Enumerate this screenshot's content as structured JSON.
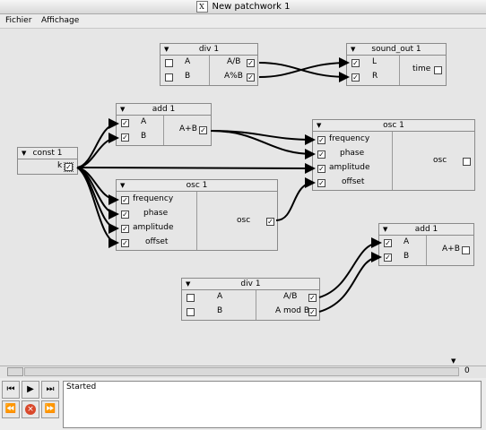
{
  "window": {
    "title": "New patchwork 1"
  },
  "menu": {
    "file": "Fichier",
    "view": "Affichage"
  },
  "nodes": {
    "div1_top": {
      "title": "div 1",
      "in_a": "A",
      "in_b": "B",
      "out1": "A/B",
      "out2": "A%B"
    },
    "sound_out": {
      "title": "sound_out 1",
      "in_l": "L",
      "in_r": "R",
      "out": "time"
    },
    "add1_top": {
      "title": "add 1",
      "in_a": "A",
      "in_b": "B",
      "out": "A+B"
    },
    "const1": {
      "title": "const 1",
      "out": "k"
    },
    "osc_right": {
      "title": "osc 1",
      "in1": "frequency",
      "in2": "phase",
      "in3": "amplitude",
      "in4": "offset",
      "out": "osc"
    },
    "osc_left": {
      "title": "osc 1",
      "in1": "frequency",
      "in2": "phase",
      "in3": "amplitude",
      "in4": "offset",
      "out": "osc"
    },
    "add1_right": {
      "title": "add 1",
      "in_a": "A",
      "in_b": "B",
      "out": "A+B"
    },
    "div1_bottom": {
      "title": "div 1",
      "in_a": "A",
      "in_b": "B",
      "out1": "A/B",
      "out2": "A mod B"
    }
  },
  "check": "✓",
  "timeline": {
    "value": "0"
  },
  "log": {
    "text": "Started"
  }
}
